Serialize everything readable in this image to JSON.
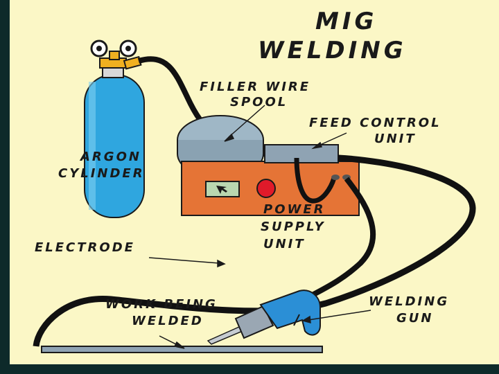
{
  "diagram": {
    "title_line1": "MIG",
    "title_line2": "WELDING",
    "labels": {
      "filler_wire_line1": "FILLER WIRE",
      "filler_wire_line2": "SPOOL",
      "feed_control_line1": "FEED CONTROL",
      "feed_control_line2": "UNIT",
      "argon_line1": "ARGON",
      "argon_line2": "CYLINDER",
      "power_supply_line1": "POWER",
      "power_supply_line2": "SUPPLY",
      "power_supply_line3": "UNIT",
      "electrode": "ELECTRODE",
      "work_line1": "WORK BEING",
      "work_line2": "WELDED",
      "gun_line1": "WELDING",
      "gun_line2": "GUN"
    },
    "colors": {
      "background": "#fbf7c6",
      "frame": "#0d2a2a",
      "cylinder": "#2fa6df",
      "power_unit": "#e57436",
      "spool": "#9fb7c6",
      "feed_unit": "#8fa3b3",
      "cable": "#111111",
      "gun": "#2b8fd6",
      "red_knob": "#e01a2a",
      "regulator": "#f0b020"
    }
  }
}
